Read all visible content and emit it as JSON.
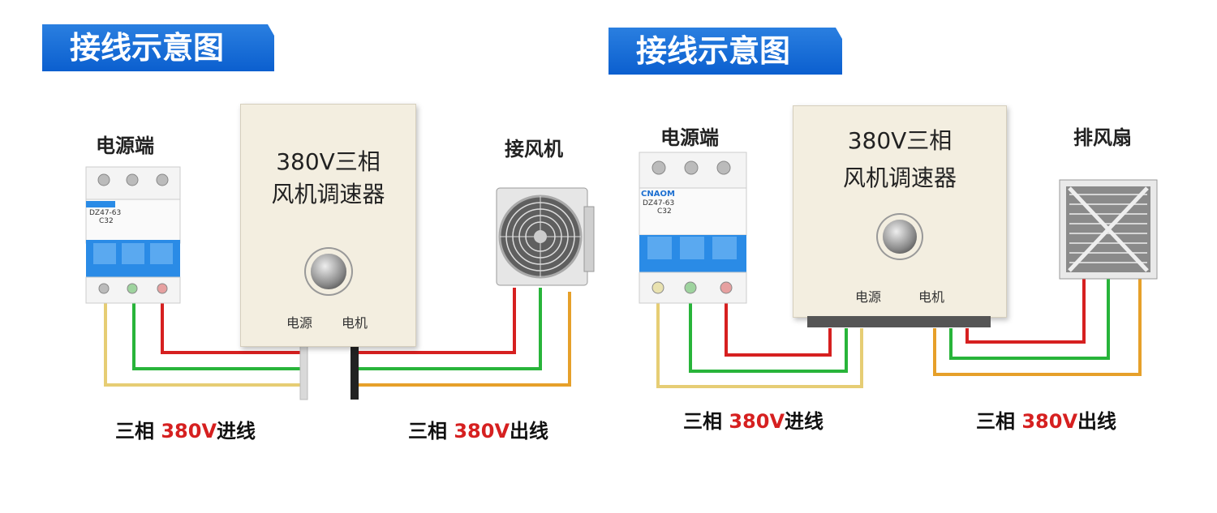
{
  "left": {
    "banner": "接线示意图",
    "power_label": "电源端",
    "fan_label": "接风机",
    "controller": {
      "line1": "380V三相",
      "line2": "风机调速器",
      "power": "电源",
      "motor": "电机"
    },
    "breaker": {
      "model": "DZ47-63",
      "rating": "C32"
    },
    "input_caption": {
      "prefix": "三相 ",
      "voltage": "380V",
      "suffix": "进线"
    },
    "output_caption": {
      "prefix": "三相 ",
      "voltage": "380V",
      "suffix": "出线"
    }
  },
  "right": {
    "banner": "接线示意图",
    "power_label": "电源端",
    "fan_label": "排风扇",
    "controller": {
      "line1": "380V三相",
      "line2": "风机调速器",
      "power": "电源",
      "motor": "电机"
    },
    "breaker": {
      "brand": "CNAOM",
      "model": "DZ47-63",
      "rating": "C32"
    },
    "input_caption": {
      "prefix": "三相 ",
      "voltage": "380V",
      "suffix": "进线"
    },
    "output_caption": {
      "prefix": "三相 ",
      "voltage": "380V",
      "suffix": "出线"
    }
  },
  "colors": {
    "banner": "#0b5fcf",
    "wire_red": "#d62020",
    "wire_green": "#28b43a",
    "wire_yellow_light": "#e6cd74",
    "wire_orange": "#e6a02a",
    "box": "#f3eee0",
    "breaker_blue": "#2a8be6",
    "caption_red": "#d62020"
  }
}
